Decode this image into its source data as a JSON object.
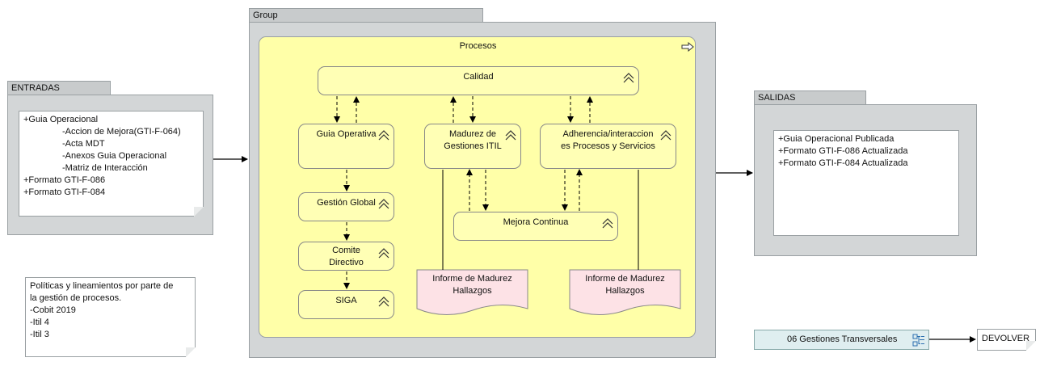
{
  "entradas": {
    "title": "ENTRADAS",
    "items": [
      {
        "text": "+Guia Operacional",
        "indent": false
      },
      {
        "text": "-Accion de Mejora(GTI-F-064)",
        "indent": true
      },
      {
        "text": "-Acta MDT",
        "indent": true
      },
      {
        "text": "-Anexos Guia Operacional",
        "indent": true
      },
      {
        "text": "-Matriz de Interacción",
        "indent": true
      },
      {
        "text": "+Formato GTI-F-086",
        "indent": false
      },
      {
        "text": "+Formato GTI-F-084",
        "indent": false
      }
    ]
  },
  "group": {
    "title": "Group",
    "procesos_label": "Procesos",
    "nodes": {
      "calidad": "Calidad",
      "guia_operativa": "Guia Operativa",
      "madurez_1": "Madurez de",
      "madurez_2": "Gestiones ITIL",
      "adherencia_1": "Adherencia/interaccion",
      "adherencia_2": "es Procesos y Servicios",
      "gestion_global": "Gestión Global",
      "mejora_continua": "Mejora Continua",
      "comite_1": "Comite",
      "comite_2": "Directivo",
      "siga": "SIGA"
    },
    "docs": {
      "informe_left_1": "Informe de Madurez",
      "informe_left_2": "Hallazgos",
      "informe_right_1": "Informe de Madurez",
      "informe_right_2": "Hallazgos"
    }
  },
  "salidas": {
    "title": "SALIDAS",
    "items": [
      "+Guia Operacional Publicada",
      "+Formato GTI-F-086 Actualizada",
      "+Formato GTI-F-084 Actualizada"
    ]
  },
  "politicas": {
    "lines": [
      "Políticas y lineamientos por parte de",
      "la gestión de procesos.",
      "-Cobit 2019",
      "-Itil 4",
      "-Itil 3"
    ]
  },
  "transversal": {
    "label": "06 Gestiones Transversales",
    "target": "DEVOLVER"
  },
  "colors": {
    "group_bg": "#d3d6d7",
    "process_area": "#ffffa8",
    "document": "#fde2e6",
    "transversal": "#dfeef0"
  }
}
